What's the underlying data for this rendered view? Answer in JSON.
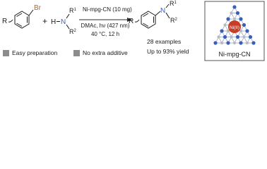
{
  "reaction": {
    "aryl_bromide": {
      "substituent": "R",
      "leaving_group": "Br"
    },
    "plus": "+",
    "amine": {
      "h": "H",
      "n": "N",
      "r1": "R",
      "r1_sup": "1",
      "r2": "R",
      "r2_sup": "2"
    },
    "conditions": {
      "catalyst": "Ni-mpg-CN (10 mg)",
      "solvent_light": "DMAc, hν (427 nm)",
      "temp_time": "40 °C, 12 h"
    },
    "product": {
      "substituent": "R",
      "n": "N",
      "r1": "R",
      "r1_sup": "1",
      "r2": "R",
      "r2_sup": "2"
    },
    "results": {
      "examples": "28 examples",
      "yield": "Up to 93% yield"
    }
  },
  "features": [
    "Easy preparation",
    "No extra additive"
  ],
  "catalyst_panel": {
    "center_label": "Ni(II)",
    "caption": "Ni-mpg-CN"
  },
  "colors": {
    "arrow": "#2b2b2b",
    "node_blue": "#3b5fb8",
    "node_gray": "#b9b9b9",
    "ni_red": "#c83c28",
    "feature_square": "#8c8c8c"
  }
}
